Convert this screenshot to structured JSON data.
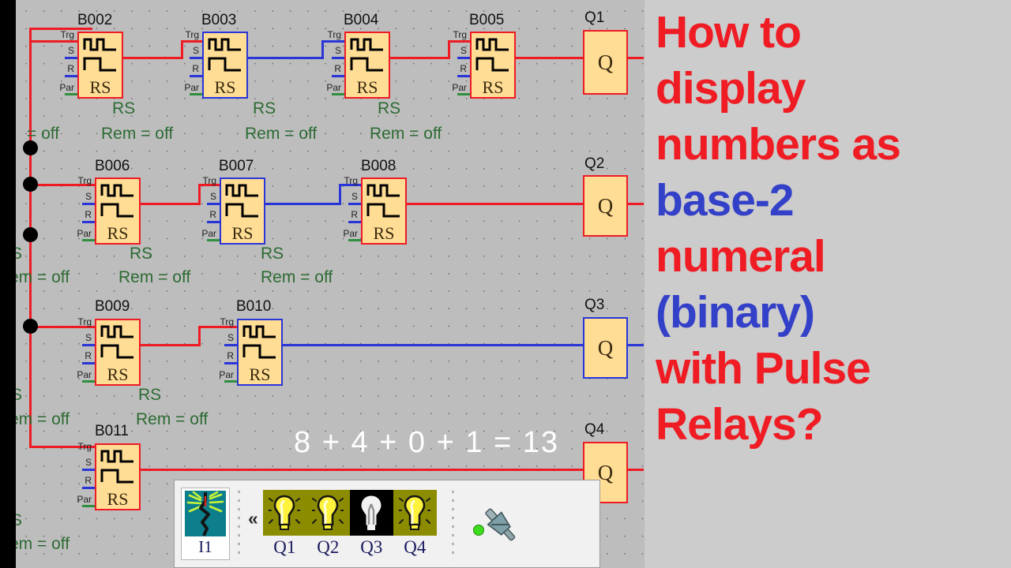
{
  "title_panel": {
    "lines": [
      {
        "text": "How to",
        "color": "red"
      },
      {
        "text": "display",
        "color": "red"
      },
      {
        "text": "numbers as",
        "color": "red"
      },
      {
        "text": "base-2",
        "color": "blue"
      },
      {
        "text": "numeral",
        "color": "red"
      },
      {
        "text": "(binary)",
        "color": "blue"
      },
      {
        "text": "with Pulse",
        "color": "red"
      },
      {
        "text": "Relays?",
        "color": "red"
      }
    ],
    "colors": {
      "red": "#ef1c24",
      "blue": "#3340c8",
      "background": "#cccccc"
    }
  },
  "diagram": {
    "background": "#bdbdbd",
    "wire_colors": {
      "active": "#ee1b24",
      "inactive": "#2a35d8",
      "parameter": "#2f8f3f"
    },
    "pin_labels": [
      "Trg",
      "S",
      "R",
      "Par"
    ],
    "block_symbol_label": "RS",
    "annotations": {
      "function": "RS",
      "remanence": "Rem = off"
    },
    "blocks": [
      {
        "name": "B002",
        "state": "active",
        "row": 1
      },
      {
        "name": "B003",
        "state": "inactive",
        "row": 1
      },
      {
        "name": "B004",
        "state": "active",
        "row": 1
      },
      {
        "name": "B005",
        "state": "active",
        "row": 1
      },
      {
        "name": "B006",
        "state": "active",
        "row": 2
      },
      {
        "name": "B007",
        "state": "inactive",
        "row": 2
      },
      {
        "name": "B008",
        "state": "active",
        "row": 2
      },
      {
        "name": "B009",
        "state": "active",
        "row": 3
      },
      {
        "name": "B010",
        "state": "inactive",
        "row": 3
      },
      {
        "name": "B011",
        "state": "active",
        "row": 4
      }
    ],
    "outputs": [
      {
        "name": "Q1",
        "glyph": "Q",
        "state": "active"
      },
      {
        "name": "Q2",
        "glyph": "Q",
        "state": "active"
      },
      {
        "name": "Q3",
        "glyph": "Q",
        "state": "inactive"
      },
      {
        "name": "Q4",
        "glyph": "Q",
        "state": "active"
      }
    ],
    "truncated_left_labels": [
      "= off",
      "S",
      "em = off",
      "S",
      "em = off",
      "S",
      "em = off"
    ]
  },
  "overlay": {
    "equation": "8 + 4 + 0 + 1 = 13"
  },
  "sim_panel": {
    "input": {
      "name": "I1"
    },
    "collapse_label": "«",
    "lamps": [
      {
        "name": "Q1",
        "state": "on"
      },
      {
        "name": "Q2",
        "state": "on"
      },
      {
        "name": "Q3",
        "state": "off"
      },
      {
        "name": "Q4",
        "state": "on"
      }
    ],
    "status_led_color": "#3ddb1e"
  }
}
